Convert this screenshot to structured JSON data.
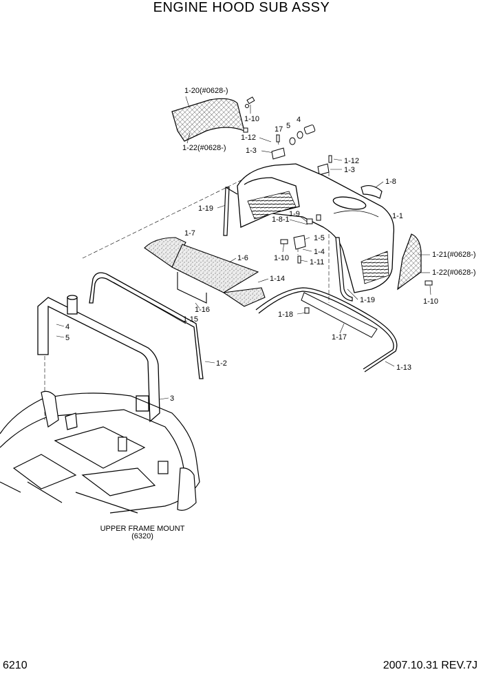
{
  "title": "ENGINE HOOD SUB ASSY",
  "page_number": "6210",
  "revision_info": "2007.10.31  REV.7J",
  "reference": {
    "name": "UPPER FRAME MOUNT",
    "code": "(6320)"
  },
  "labels": {
    "p1_20": "1-20(#0628-)",
    "p1_22a": "1-22(#0628-)",
    "p1_10a": "1-10",
    "p17": "17",
    "p5a": "5",
    "p4a": "4",
    "p1_12a": "1-12",
    "p1_3a": "1-3",
    "p1_12b": "1-12",
    "p1_3b": "1-3",
    "p1_8": "1-8",
    "p1_19a": "1-19",
    "p1_9": "1-9",
    "p1_8_1": "1-8-1",
    "p1_1": "1-1",
    "p1_7": "1-7",
    "p1_5": "1-5",
    "p1_4": "1-4",
    "p1_10b": "1-10",
    "p1_11": "1-11",
    "p1_21": "1-21(#0628-)",
    "p1_22b": "1-22(#0628-)",
    "p1_6": "1-6",
    "p1_10c": "1-10",
    "p1_14": "1-14",
    "p1_19b": "1-19",
    "p1_16": "1-16",
    "p1_15": "1-15",
    "p1_18": "1-18",
    "p4b": "4",
    "p5b": "5",
    "p1_17": "1-17",
    "p1_2": "1-2",
    "p1_13": "1-13",
    "p3": "3"
  }
}
